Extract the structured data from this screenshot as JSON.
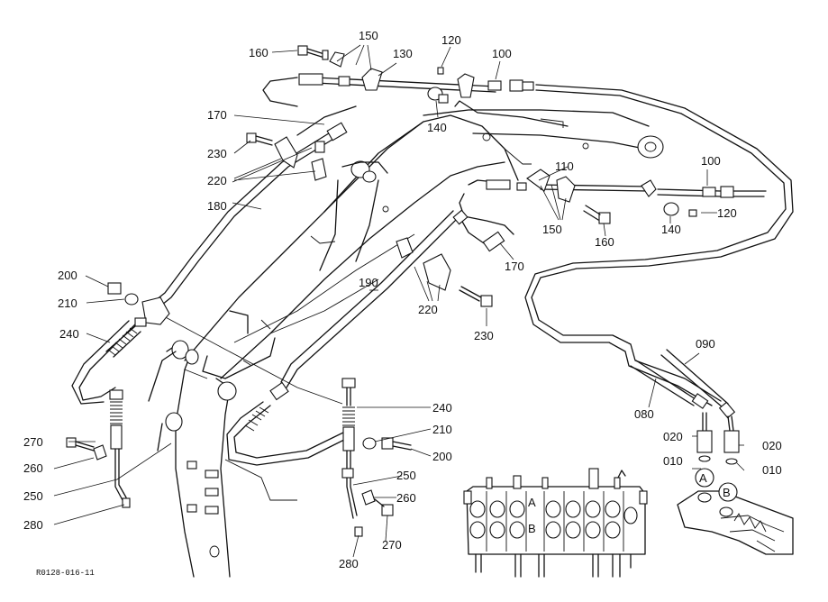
{
  "diagram": {
    "reference_code": "R0128-016-11",
    "part_labels": [
      "160",
      "150",
      "130",
      "120",
      "100",
      "170",
      "140",
      "230",
      "220",
      "110",
      "100",
      "120",
      "140",
      "160",
      "150",
      "180",
      "170",
      "200",
      "210",
      "190",
      "220",
      "230",
      "240",
      "090",
      "080",
      "020",
      "020",
      "010",
      "010",
      "240",
      "210",
      "200",
      "270",
      "260",
      "250",
      "250",
      "260",
      "280",
      "270",
      "280"
    ],
    "port_labels": [
      "A",
      "B"
    ],
    "valve_port_labels": [
      "A",
      "B"
    ]
  }
}
